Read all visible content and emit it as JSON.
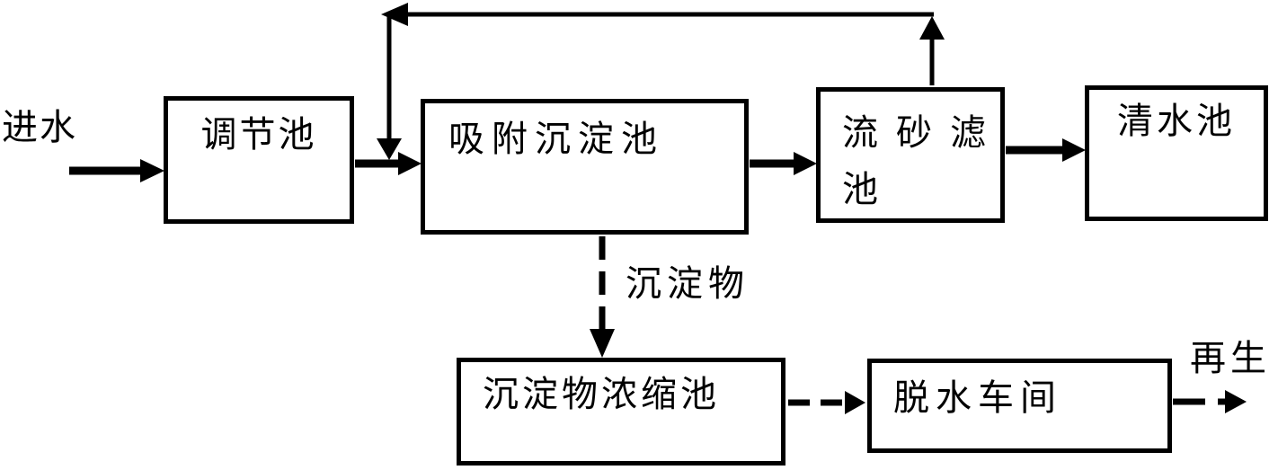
{
  "flowchart": {
    "inlet_label": "进水",
    "nodes": {
      "regulation": "调节池",
      "adsorption": "吸附沉淀池",
      "sand_filter_line1": "流 砂 滤",
      "sand_filter_line2": "池",
      "clear_water": "清水池",
      "sludge_thickener": "沉淀物浓缩池",
      "dewatering": "脱水车间"
    },
    "edge_labels": {
      "sediment": "沉淀物",
      "regeneration": "再生"
    },
    "connections": [
      {
        "from": "inlet",
        "to": "regulation",
        "style": "thick-solid-arrow"
      },
      {
        "from": "regulation",
        "to": "adsorption",
        "style": "thick-solid-arrow"
      },
      {
        "from": "adsorption",
        "to": "sand_filter",
        "style": "thick-solid-arrow"
      },
      {
        "from": "sand_filter",
        "to": "clear_water",
        "style": "thick-solid-arrow"
      },
      {
        "from": "sand_filter",
        "to": "adsorption_inlet_junction",
        "style": "thin-solid-feedback-loop-over-top"
      },
      {
        "from": "adsorption",
        "to": "sludge_thickener",
        "style": "dashed-arrow",
        "label": "沉淀物"
      },
      {
        "from": "sludge_thickener",
        "to": "dewatering",
        "style": "dashed-arrow"
      },
      {
        "from": "dewatering",
        "to": "regeneration_out",
        "style": "dashed-arrow",
        "label": "再生"
      }
    ],
    "colors": {
      "line": "#000000",
      "background": "#ffffff"
    }
  }
}
